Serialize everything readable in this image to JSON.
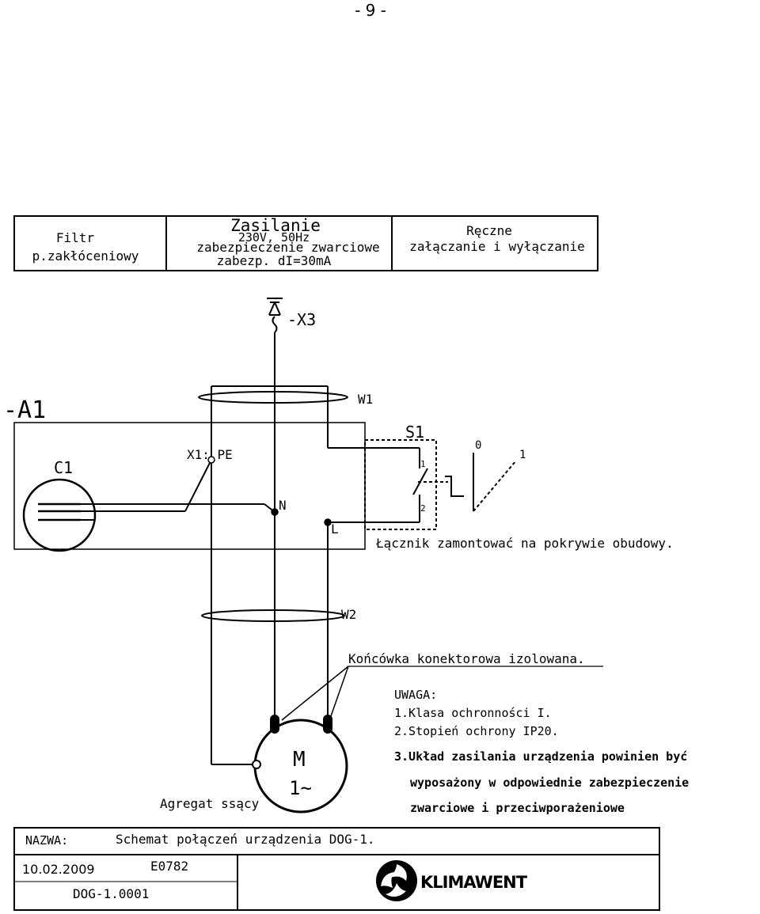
{
  "page_number": "- 9 -",
  "header": {
    "filter": {
      "line1": "Filtr",
      "line2": "p.zakłóceniowy"
    },
    "supply": {
      "title": "Zasilanie",
      "voltage": "230V, 50Hz",
      "short_circuit": "zabezpieczenie zwarciowe",
      "rcd": "zabezp. dI=30mA"
    },
    "manual": {
      "line1": "Ręczne",
      "line2": "załączanie i wyłączanie"
    }
  },
  "labels": {
    "x3": "-X3",
    "a1": "-A1",
    "c1": "C1",
    "x1_pe": "X1: PE",
    "n": "N",
    "l": "L",
    "w1": "W1",
    "w2": "W2",
    "s1": "S1",
    "s1_pin1": "1",
    "s1_pin2": "2",
    "pos_0": "0",
    "pos_1": "1",
    "switch_note": "Łącznik zamontować na pokrywie obudowy.",
    "terminal_note": "Końcówka konektorowa izolowana.",
    "motor_m": "M",
    "motor_phase": "1~",
    "unit_name": "Agregat ssący"
  },
  "notes": {
    "title": "UWAGA:",
    "item1": "1.Klasa ochronności I.",
    "item2": "2.Stopień ochrony IP20.",
    "item3_line1": "3.Układ zasilania urządzenia powinien być",
    "item3_line2": "wyposażony w odpowiednie zabezpieczenie",
    "item3_line3": "zwarciowe i przeciwporażeniowe"
  },
  "title_block": {
    "name_label": "NAZWA:",
    "name_value": "Schemat połączeń  urządzenia DOG-1.",
    "date": "10.02.2009",
    "code": "E0782",
    "doc_number": "DOG-1.0001",
    "logo_text": "KLIMAWENT"
  }
}
